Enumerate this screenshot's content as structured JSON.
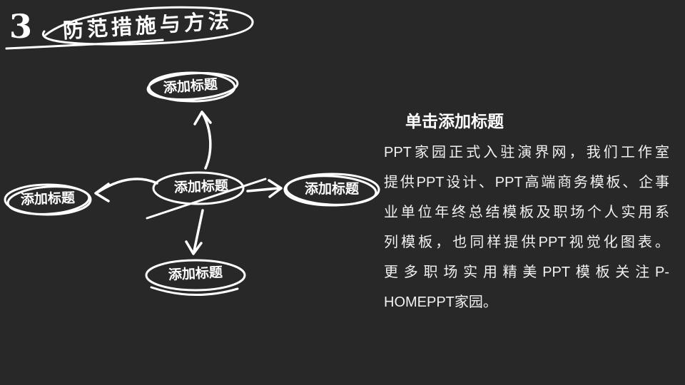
{
  "slide": {
    "background_color": "#282828",
    "stroke_color": "#ffffff"
  },
  "header": {
    "number": "3",
    "title": "防范措施与方法"
  },
  "diagram": {
    "nodes": [
      {
        "id": "center",
        "label": "添加标题"
      },
      {
        "id": "top",
        "label": "添加标题"
      },
      {
        "id": "left",
        "label": "添加标题"
      },
      {
        "id": "right",
        "label": "添加标题"
      },
      {
        "id": "bottom",
        "label": "添加标题"
      }
    ]
  },
  "content": {
    "heading": "单击添加标题",
    "body_lines": [
      "PPT家园正式入驻演界网，我们工作室",
      "提供PPT设计、PPT高端商务模板、企事",
      "业单位年终总结模板及职场个人实用系",
      "列模板，也同样提供PPT视觉化图表。",
      "更多职场实用精美PPT模板关注P-",
      "HOMEPPT家园。"
    ]
  }
}
